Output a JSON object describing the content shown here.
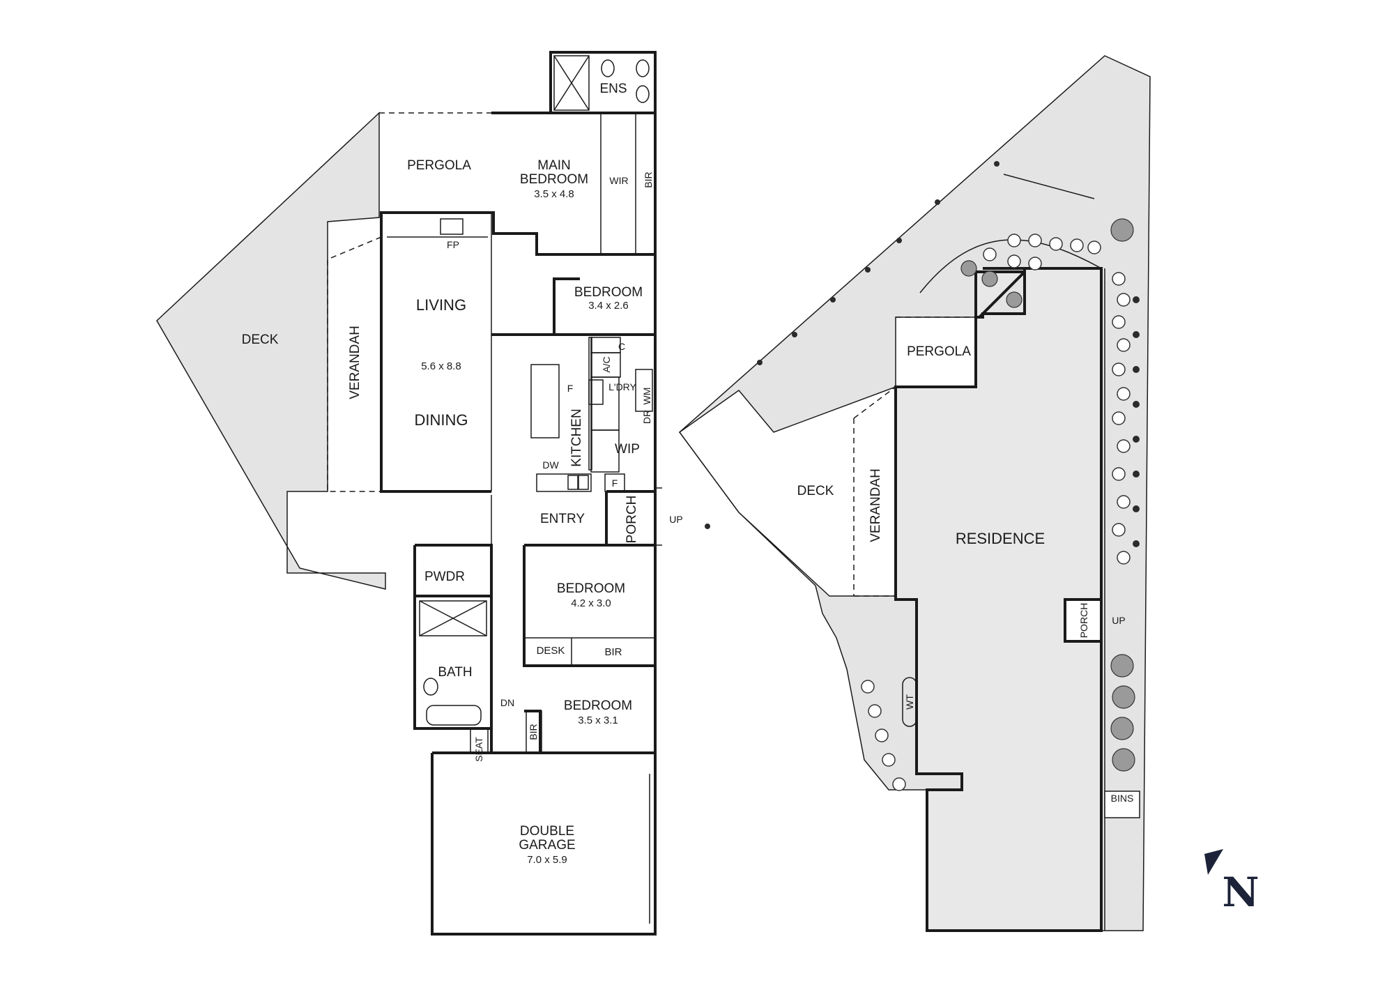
{
  "ground_floor": {
    "ens": "ENS",
    "main_bedroom": {
      "name": "MAIN\nBEDROOM",
      "name_line1": "MAIN",
      "name_line2": "BEDROOM",
      "size": "3.5 x 4.8"
    },
    "wir": "WIR",
    "bir_main": "BIR",
    "pergola": "PERGOLA",
    "fp": "FP",
    "living": "LIVING",
    "living_size": "5.6 x 8.8",
    "dining": "DINING",
    "verandah": "VERANDAH",
    "deck": "DECK",
    "bedroom2": {
      "name": "BEDROOM",
      "size": "3.4 x 2.6"
    },
    "c": "C",
    "ac": "A/C",
    "ldry": "L'DRY",
    "dr": "DR",
    "wm": "WM",
    "f_island": "F",
    "kitchen": "KITCHEN",
    "wip": "WIP",
    "dw": "DW",
    "f_fridge": "F",
    "entry": "ENTRY",
    "porch": "PORCH",
    "up": "UP",
    "pwdr": "PWDR",
    "bedroom3": {
      "name": "BEDROOM",
      "size": "4.2 x 3.0"
    },
    "desk": "DESK",
    "bir3": "BIR",
    "bath": "BATH",
    "dn": "DN",
    "bir4": "BIR",
    "bedroom4": {
      "name": "BEDROOM",
      "size": "3.5 x 3.1"
    },
    "seat": "SEAT",
    "garage": {
      "line1": "DOUBLE",
      "line2": "GARAGE",
      "size": "7.0 x 5.9"
    }
  },
  "site_plan": {
    "pergola": "PERGOLA",
    "deck": "DECK",
    "verandah": "VERANDAH",
    "residence": "RESIDENCE",
    "porch": "PORCH",
    "up": "UP",
    "wt": "WT",
    "bins": "BINS"
  },
  "compass": {
    "label": "N"
  }
}
